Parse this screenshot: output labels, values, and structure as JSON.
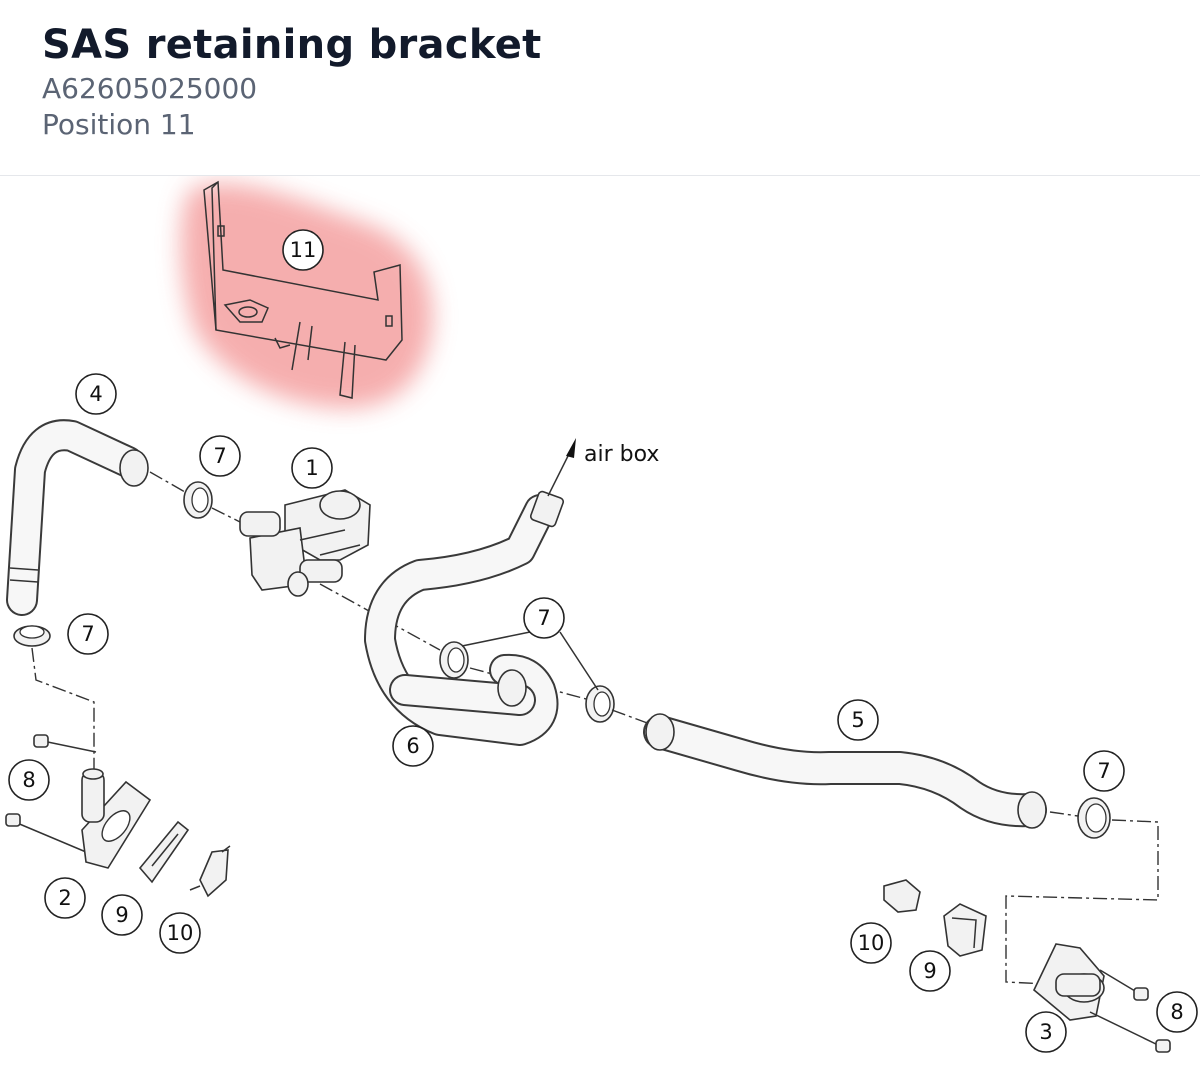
{
  "header": {
    "title": "SAS retaining bracket",
    "part_number": "A62605025000",
    "position": "Position 11"
  },
  "diagram": {
    "highlight_color": "#f4a0a0",
    "airbox_label": "air box",
    "callouts": {
      "c11": "11",
      "c4": "4",
      "c7a": "7",
      "c1": "1",
      "c7b": "7",
      "c7c": "7",
      "c6": "6",
      "c5": "5",
      "c7d": "7",
      "c8a": "8",
      "c2": "2",
      "c9a": "9",
      "c10a": "10",
      "c10b": "10",
      "c9b": "9",
      "c3": "3",
      "c8b": "8"
    }
  }
}
